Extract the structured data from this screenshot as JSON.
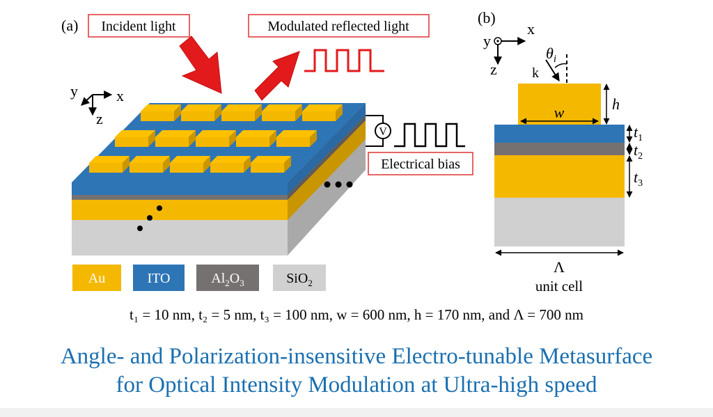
{
  "labels": {
    "panel_a": "(a)",
    "panel_b": "(b)",
    "incident": "Incident light",
    "modulated": "Modulated reflected light",
    "bias": "Electrical bias",
    "voltmeter": "V",
    "unit_cell": "unit cell",
    "lambda": "Λ",
    "w": "w",
    "h": "h",
    "k": "k",
    "theta": "θ",
    "theta_sub": "i",
    "t1": "t",
    "t1_sub": "1",
    "t2": "t",
    "t2_sub": "2",
    "t3": "t",
    "t3_sub": "3",
    "axis_x": "x",
    "axis_y": "y",
    "axis_z": "z"
  },
  "legend": [
    {
      "label": "Au",
      "color": "#f5b800",
      "text_color": "#ffffff"
    },
    {
      "label": "ITO",
      "color": "#2e75b6",
      "text_color": "#ffffff"
    },
    {
      "label": "Al",
      "sub": "2",
      "label2": "O",
      "sub2": "3",
      "color": "#767171",
      "text_color": "#ffffff"
    },
    {
      "label": "SiO",
      "sub": "2",
      "color": "#d0d0d0",
      "text_color": "#000000"
    }
  ],
  "formula": "t₁ = 10 nm, t₂ = 5 nm, t₃ = 100 nm, w = 600 nm, h = 170 nm, and Λ = 700 nm",
  "caption": [
    "Angle- and Polarization-insensitive Electro-tunable Metasurface",
    "for Optical Intensity Modulation at Ultra-high speed"
  ],
  "colors": {
    "gold": "#f5b800",
    "gold_dark": "#c99600",
    "ito": "#2e75b6",
    "alumina": "#767171",
    "silica": "#d0d0d0",
    "arrow_red": "#e31a1c",
    "label_border": "#e03030",
    "caption_blue": "#1a6fb0"
  }
}
